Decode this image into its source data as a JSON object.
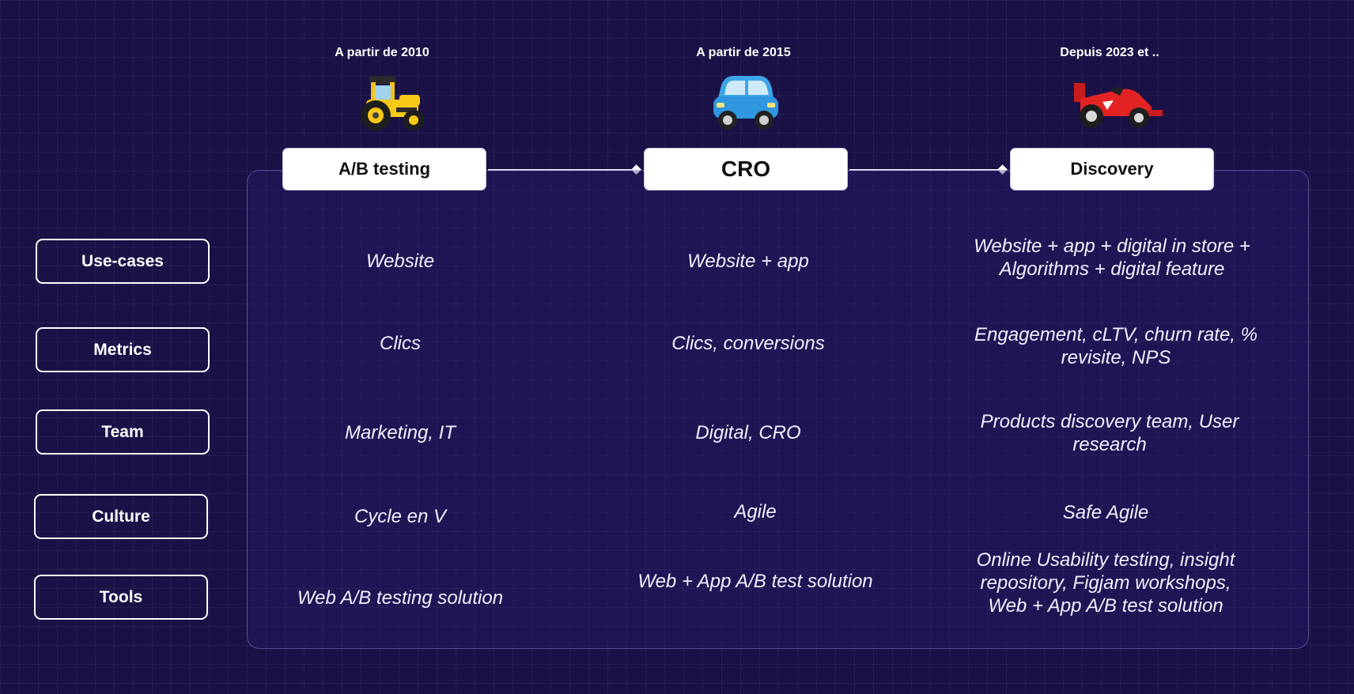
{
  "eras": [
    {
      "date": "A partir de 2010",
      "title": "A/B testing",
      "icon": "tractor-icon"
    },
    {
      "date": "A partir de 2015",
      "title": "CRO",
      "icon": "car-icon"
    },
    {
      "date": "Depuis 2023 et ..",
      "title": "Discovery",
      "icon": "race-car-icon"
    }
  ],
  "rows": [
    {
      "label": "Use-cases",
      "cells": [
        "Website",
        "Website + app",
        "Website + app + digital in store + Algorithms + digital feature"
      ]
    },
    {
      "label": "Metrics",
      "cells": [
        "Clics",
        "Clics, conversions",
        "Engagement, cLTV, churn rate,  % revisite, NPS"
      ]
    },
    {
      "label": "Team",
      "cells": [
        "Marketing, IT",
        "Digital, CRO",
        "Products discovery team, User research"
      ]
    },
    {
      "label": "Culture",
      "cells": [
        "Cycle en V",
        "Agile",
        "Safe Agile"
      ]
    },
    {
      "label": "Tools",
      "cells": [
        "Web A/B testing solution",
        "Web + App A/B test solution",
        "Online Usability testing, insight repository,  Figjam workshops, Web + App A/B test solution"
      ]
    }
  ],
  "colors": {
    "background": "#1a1147",
    "box": "#ffffff",
    "text": "#ffffff"
  }
}
